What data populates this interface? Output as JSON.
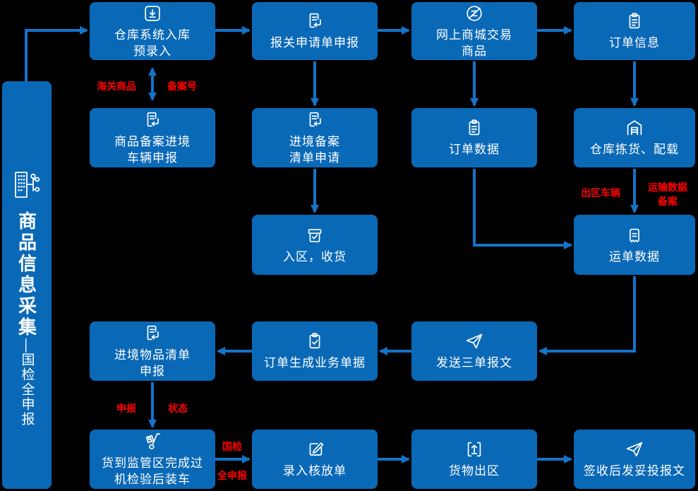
{
  "sidebar": {
    "title_main": "商品信息采集",
    "separator": "—",
    "title_sub": "国检全申报",
    "icon": "building-network-icon"
  },
  "nodes": [
    {
      "id": "warehouse-preentry",
      "label": "仓库系统入库\n预录入",
      "icon": "download-icon"
    },
    {
      "id": "customs-declaration",
      "label": "报关申请单申报",
      "icon": "doc-return-icon"
    },
    {
      "id": "online-mall-goods",
      "label": "网上商城交易\n商品",
      "icon": "z-circle-icon"
    },
    {
      "id": "order-info",
      "label": "订单信息",
      "icon": "clipboard-icon"
    },
    {
      "id": "goods-record-vehicle",
      "label": "商品备案进境\n车辆申报",
      "icon": "doc-return-icon"
    },
    {
      "id": "entry-record-list",
      "label": "进境备案\n清单申请",
      "icon": "doc-return-icon"
    },
    {
      "id": "order-data",
      "label": "订单数据",
      "icon": "clipboard-icon"
    },
    {
      "id": "warehouse-picking",
      "label": "仓库拣货、配载",
      "icon": "warehouse-icon"
    },
    {
      "id": "enter-zone-receive",
      "label": "入区，收货",
      "icon": "box-check-icon"
    },
    {
      "id": "waybill-data",
      "label": "运单数据",
      "icon": "waybill-icon"
    },
    {
      "id": "entry-items-list",
      "label": "进境物品清单\n申报",
      "icon": "doc-return-icon"
    },
    {
      "id": "order-generate-docs",
      "label": "订单生成业务单据",
      "icon": "clipboard-check-icon"
    },
    {
      "id": "send-three-docs",
      "label": "发送三单报文",
      "icon": "paper-plane-icon"
    },
    {
      "id": "goods-arrive-load",
      "label": "货到监管区完成过\n机检验后装车",
      "icon": "dolly-icon"
    },
    {
      "id": "enter-release-form",
      "label": "录入核放单",
      "icon": "edit-icon"
    },
    {
      "id": "goods-exit-zone",
      "label": "货物出区",
      "icon": "upload-icon"
    },
    {
      "id": "sign-delivery-message",
      "label": "签收后发妥投报文",
      "icon": "paper-plane-icon"
    }
  ],
  "edge_labels": [
    {
      "id": "customs-goods",
      "text": "海关商品"
    },
    {
      "id": "record-number",
      "text": "备案号"
    },
    {
      "id": "exit-vehicle",
      "text": "出区车辆"
    },
    {
      "id": "transport-data-record",
      "text": "运输数据\n备案"
    },
    {
      "id": "declare",
      "text": "申报"
    },
    {
      "id": "status",
      "text": "状态"
    },
    {
      "id": "national-inspection",
      "text": "国检"
    },
    {
      "id": "full-declaration",
      "text": "全申报"
    }
  ],
  "colors": {
    "box_blue": "#0a69b7",
    "arrow_blue": "#1474c9",
    "label_red": "#ff0000",
    "background": "#000000",
    "text_white": "#ffffff"
  }
}
